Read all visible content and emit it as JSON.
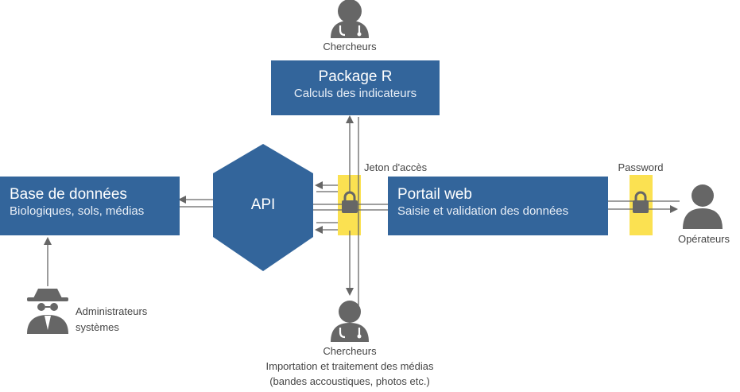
{
  "nodes": {
    "package_r": {
      "title": "Package R",
      "subtitle": "Calculs des indicateurs"
    },
    "database": {
      "title": "Base de données",
      "subtitle": "Biologiques, sols, médias"
    },
    "api": {
      "title": "API"
    },
    "portal": {
      "title": "Portail web",
      "subtitle": "Saisie et validation des données"
    }
  },
  "actors": {
    "researchers_top": {
      "label": "Chercheurs",
      "icon": "doctor-icon"
    },
    "researchers_bottom": {
      "label": "Chercheurs",
      "line1": "Importation et traitement des médias",
      "line2": "(bandes accoustiques, photos etc.)",
      "icon": "doctor-icon"
    },
    "operators": {
      "label": "Opérateurs",
      "icon": "user-icon"
    },
    "sysadmins": {
      "line1": "Administrateurs",
      "line2": "systèmes",
      "icon": "spy-icon"
    }
  },
  "security": {
    "token_label": "Jeton d'accès",
    "password_label": "Password",
    "icon": "lock-icon"
  },
  "colors": {
    "box": "#33659b",
    "lock_band": "#fbe151",
    "arrow": "#666666",
    "icon": "#666666"
  }
}
